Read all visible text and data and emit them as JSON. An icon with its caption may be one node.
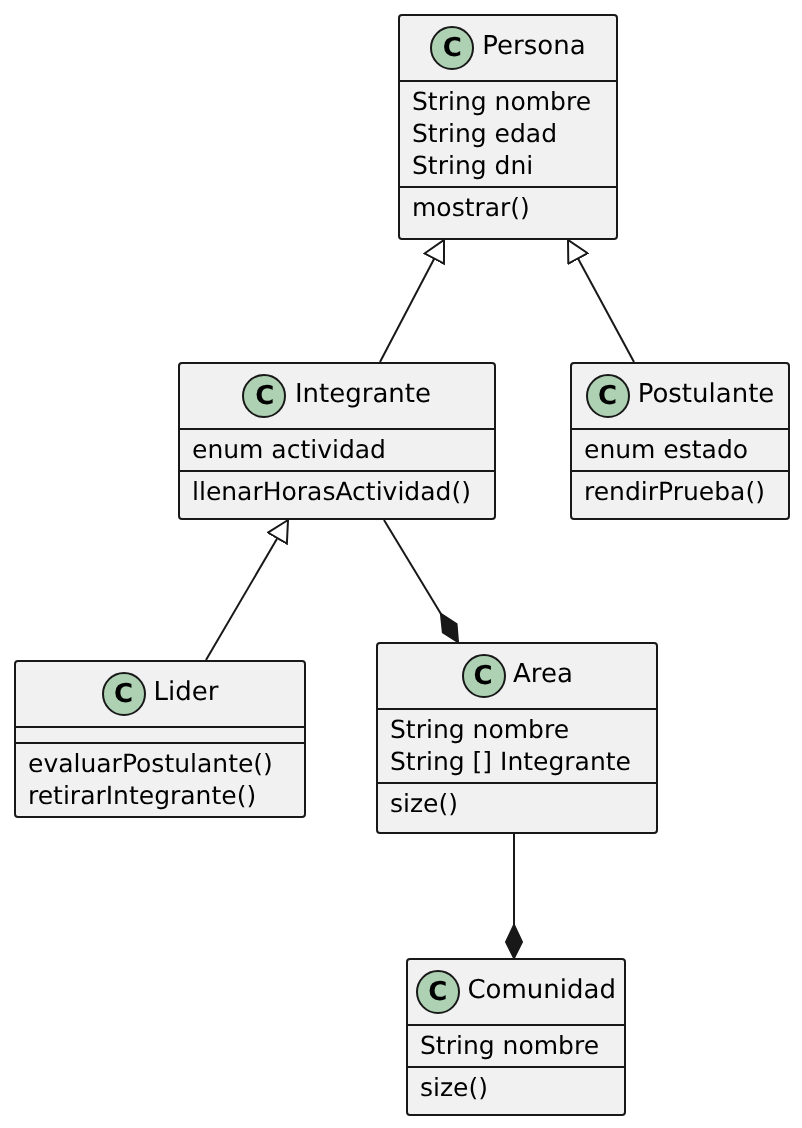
{
  "diagram": {
    "nodes": [
      {
        "text": [
          "C",
          "Persona",
          "String nombre String edad String dni",
          "mostrar()"
        ]
      },
      {
        "text": [
          "C",
          "Integrante",
          "enum actividad",
          "llenarHorasActividad()"
        ]
      },
      {
        "text": [
          "C",
          "Postulante",
          "enum estado",
          "rendirPrueba()"
        ]
      },
      {
        "text": [
          "C",
          "Lider",
          "evaluarPostulante() retirarIntegrante()"
        ]
      },
      {
        "text": [
          "C",
          "Area",
          "String nombre String [] Integrante",
          "size()"
        ]
      },
      {
        "text": [
          "C",
          "Comunidad",
          "String nombre",
          "size()"
        ]
      }
    ],
    "edges": [
      {
        "from": 1,
        "to": 0,
        "arrow": "to"
      },
      {
        "from": 2,
        "to": 0,
        "arrow": "to"
      },
      {
        "from": 3,
        "to": 1,
        "arrow": "to"
      },
      {
        "from": 1,
        "to": 4,
        "arrow": "other"
      },
      {
        "from": 4,
        "to": 5,
        "arrow": "other"
      }
    ]
  }
}
